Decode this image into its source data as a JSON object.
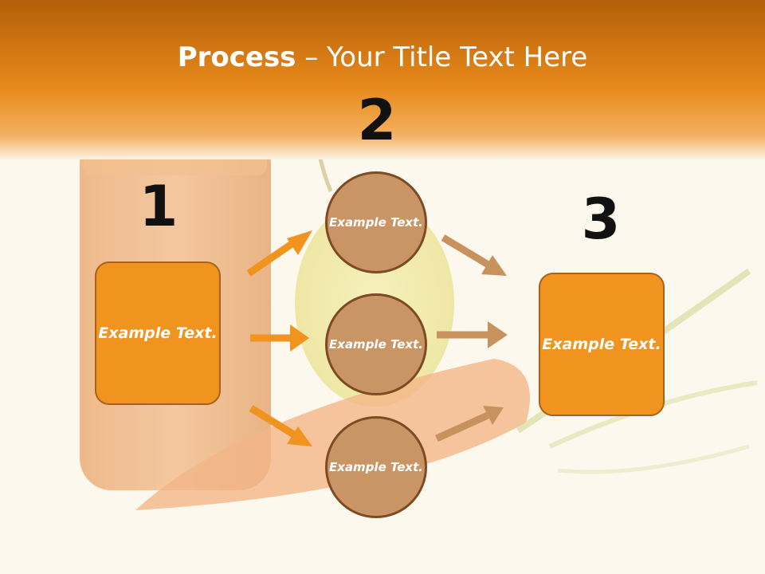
{
  "title": {
    "bold": "Process",
    "rest": " – Your Title Text Here"
  },
  "steps": {
    "one": "1",
    "two": "2",
    "three": "3"
  },
  "left_box": {
    "text": "Example Text."
  },
  "circles": [
    {
      "text": "Example Text."
    },
    {
      "text": "Example Text."
    },
    {
      "text": "Example Text."
    }
  ],
  "right_box": {
    "text": "Example Text."
  },
  "colors": {
    "header": "#e47f12",
    "box": "#f0931f",
    "circle": "#c99565",
    "arrow_orange": "#f0931f",
    "arrow_brown": "#c8925f"
  }
}
